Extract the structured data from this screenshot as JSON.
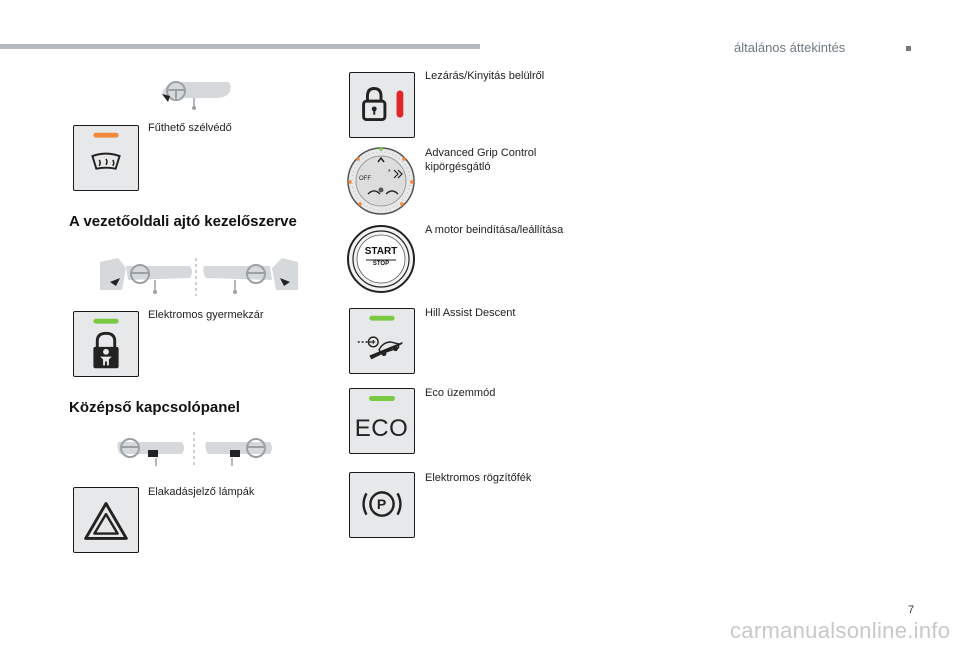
{
  "header": {
    "section": "általános áttekintés"
  },
  "left": {
    "heated_windscreen": "Fűthető szélvédő",
    "heading_driver_door": "A vezetőoldali ajtó kezelőszerve",
    "child_lock": "Elektromos gyermekzár",
    "heading_center_panel": "Középső kapcsolópanel",
    "hazard": "Elakadásjelző lámpák"
  },
  "right": {
    "lock_unlock": "Lezárás/Kinyitás belülről",
    "grip_control_1": "Advanced Grip Control",
    "grip_control_2": "kipörgésgátló",
    "start_stop_label": "A motor beindítása/leállítása",
    "start_text": "START",
    "stop_text": "STOP",
    "hill_assist": "Hill Assist Descent",
    "eco_mode": "Eco üzemmód",
    "eco_text": "ECO",
    "parking_brake": "Elektromos rögzítőfék",
    "parking_symbol": "P"
  },
  "colors": {
    "orange_led": "#f08a3a",
    "green_led": "#7ac943",
    "red_led": "#e0262b",
    "bar": "#b3bbc0"
  },
  "footer": {
    "page_number": "7",
    "watermark": "carmanualsonline.info"
  }
}
